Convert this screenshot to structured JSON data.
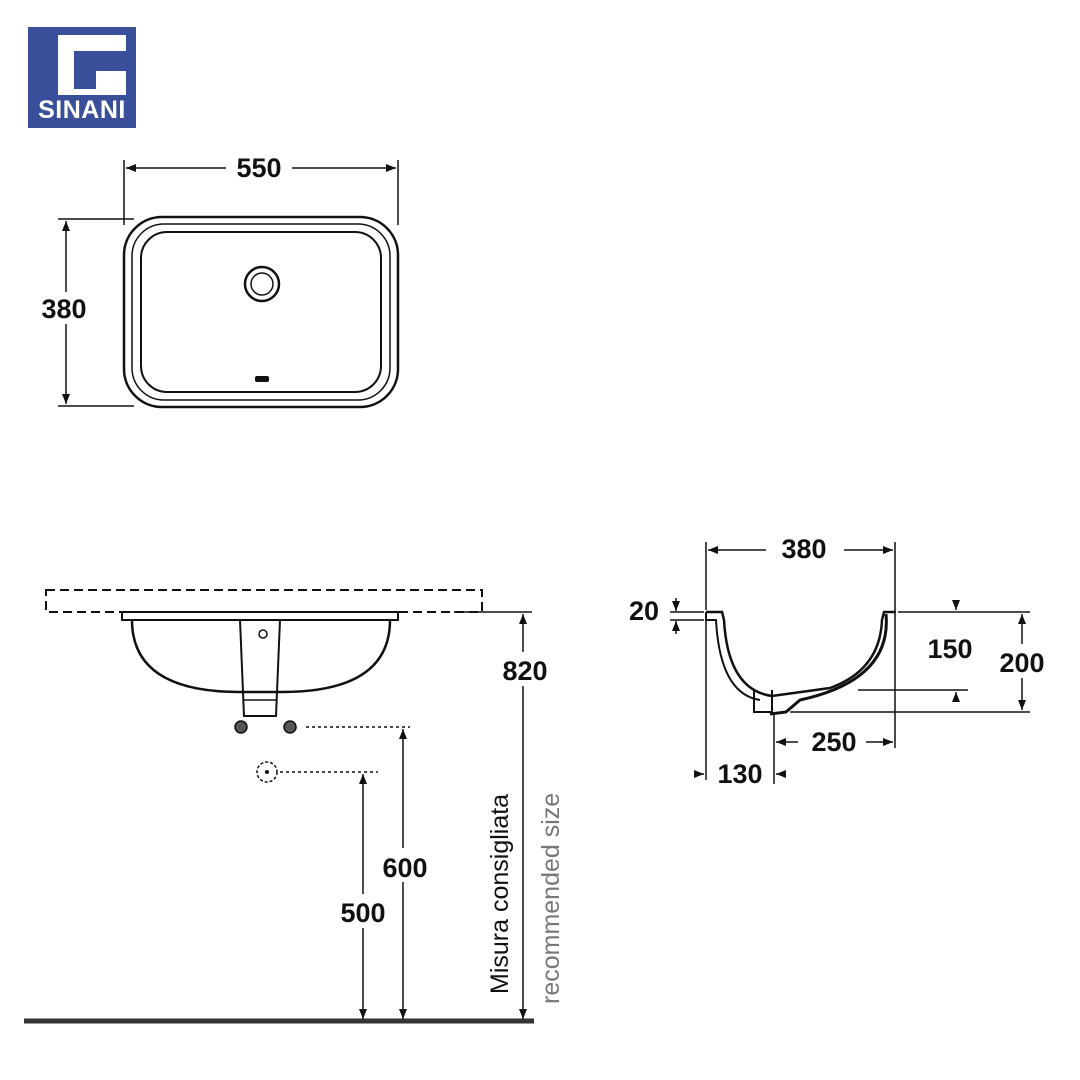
{
  "brand": {
    "name": "SINANI",
    "color": "#3a4f9a"
  },
  "top_view": {
    "width": "550",
    "depth": "380"
  },
  "front_view": {
    "counter_height": "820",
    "supply_height": "600",
    "drain_height": "500",
    "note_it": "Misura consigliata",
    "note_en": "recommended size"
  },
  "side_view": {
    "width": "380",
    "rim": "20",
    "bowl_depth": "150",
    "total_depth": "200",
    "drain_offset": "250",
    "drain_width": "130"
  }
}
